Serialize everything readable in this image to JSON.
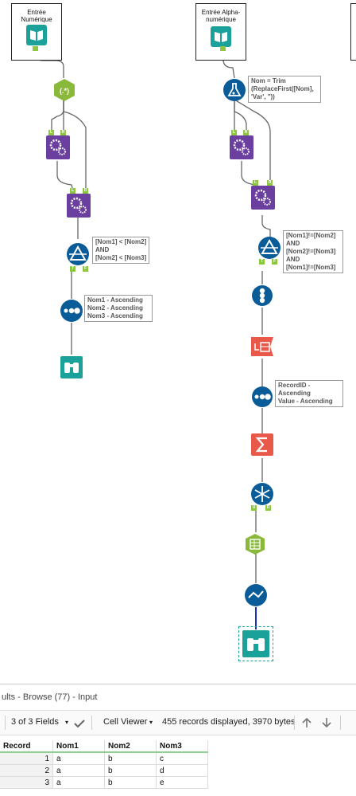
{
  "workflow": {
    "input1_label": "Entrée Numérique",
    "input2_label": "Entrée Alpha-numérique",
    "formula_anno": "Nom = Trim\n(ReplaceFirst([Nom],\n'Var', ''))",
    "filter1_anno": "[Nom1] < [Nom2]\nAND\n[Nom2] < [Nom3]",
    "sort1_anno": "Nom1 - Ascending\nNom2 - Ascending\nNom3 - Ascending",
    "filter2_anno": "[Nom1]!=[Nom2]\nAND\n[Nom2]!=[Nom3]\nAND\n[Nom1]!=[Nom3]",
    "sort2_anno": "RecordID -\nAscending\nValue - Ascending",
    "regex_glyph": "(.*)",
    "anchor_t": "T",
    "anchor_f": "F",
    "anchor_l": "L",
    "anchor_r": "R",
    "anchor_u": "U",
    "anchor_d": "D"
  },
  "results": {
    "title": "ults - Browse (77) - Input",
    "fields": "3 of 3 Fields",
    "viewer": "Cell Viewer",
    "summary": "455 records displayed, 3970 bytes",
    "columns": [
      "Record",
      "Nom1",
      "Nom2",
      "Nom3"
    ],
    "rows": [
      [
        "1",
        "a",
        "b",
        "c"
      ],
      [
        "2",
        "a",
        "b",
        "d"
      ],
      [
        "3",
        "a",
        "b",
        "e"
      ]
    ]
  },
  "colors": {
    "anchor": "#8dc63f",
    "blue_tool": "#0a5c99",
    "purple_tool": "#6b3fa0",
    "orange_tool": "#e8594a",
    "teal_tool": "#1aa29a",
    "green_tool": "#8ab83a"
  }
}
